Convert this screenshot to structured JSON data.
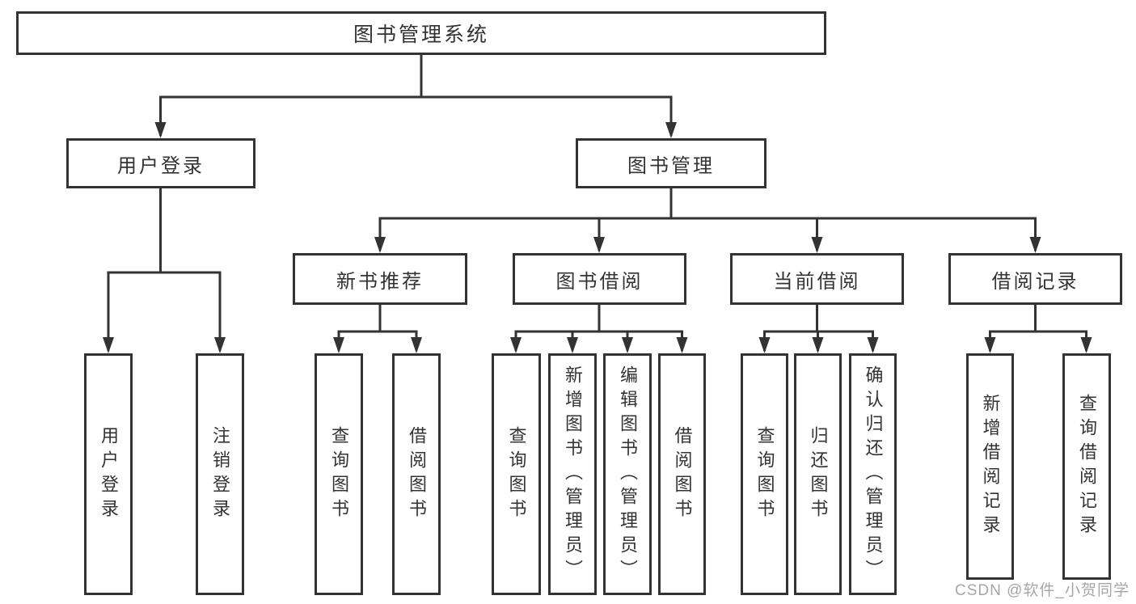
{
  "diagram": {
    "title": "图书管理系统",
    "level2": {
      "user_login": "用户登录",
      "book_mgmt": "图书管理"
    },
    "level3": {
      "new_book": "新书推荐",
      "book_borrow": "图书借阅",
      "current_borrow": "当前借阅",
      "borrow_record": "借阅记录"
    },
    "leaves": {
      "user_login": "用户登录",
      "logout": "注销登录",
      "query_book_a": "查询图书",
      "borrow_book_a": "借阅图书",
      "query_book_b": "查询图书",
      "add_book": "新增图书（管理员）",
      "edit_book": "编辑图书（管理员）",
      "borrow_book_b": "借阅图书",
      "query_book_c": "查询图书",
      "return_book": "归还图书",
      "confirm_return": "确认归还（管理员）",
      "add_record": "新增借阅记录",
      "query_record": "查询借阅记录"
    }
  },
  "watermark": {
    "text": "CSDN @软件_小贺同学",
    "color": "#a6a6a6"
  },
  "colors": {
    "line": "#333333",
    "text": "#333333",
    "background": "#ffffff"
  }
}
